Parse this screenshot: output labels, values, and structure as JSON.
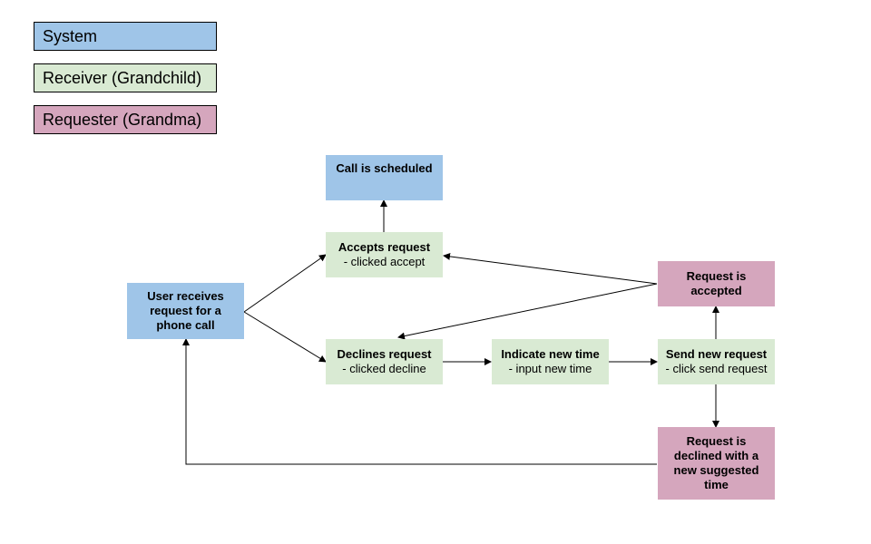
{
  "colors": {
    "system": "#9fc5e8",
    "receiver": "#d9ead3",
    "requester": "#d5a6bd",
    "line": "#000000"
  },
  "legend": {
    "system": "System",
    "receiver": "Receiver (Grandchild)",
    "requester": "Requester (Grandma)"
  },
  "nodes": {
    "call_scheduled": {
      "title": "Call is scheduled"
    },
    "accepts": {
      "title": "Accepts request",
      "sub": "- clicked accept"
    },
    "user_receives": {
      "title": "User receives request for a phone call"
    },
    "declines": {
      "title": "Declines request",
      "sub": "- clicked decline"
    },
    "indicate_time": {
      "title": "Indicate new time",
      "sub": "- input new time"
    },
    "send_request": {
      "title": "Send new request",
      "sub": "- click send request"
    },
    "request_accepted": {
      "title": "Request is accepted"
    },
    "request_declined": {
      "title": "Request is declined with a new suggested time"
    }
  }
}
